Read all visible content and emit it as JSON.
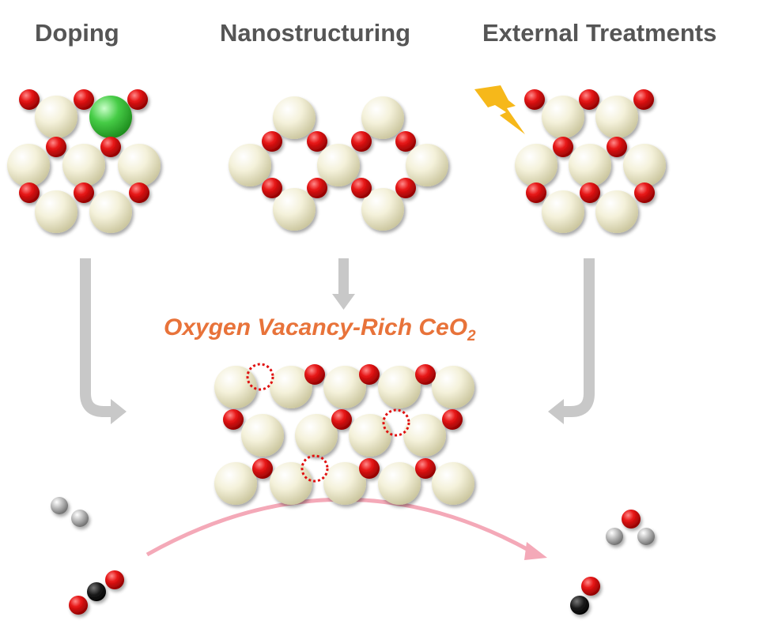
{
  "headings": {
    "doping": "Doping",
    "nanostructuring": "Nanostructuring",
    "external": "External Treatments"
  },
  "center": {
    "title_main": "Oxygen Vacancy-Rich CeO",
    "title_sub": "2"
  },
  "colors": {
    "cerium": "#f1edcf",
    "oxygen": "#e01010",
    "dopant": "#3ec43e",
    "carbon": "#111111",
    "hydrogen": "#a0a0a0",
    "arrow_gray": "#c8c8c8",
    "arc_pink": "#f4a9b8",
    "title_orange": "#e8733a",
    "lightning": "#f6b81a"
  }
}
